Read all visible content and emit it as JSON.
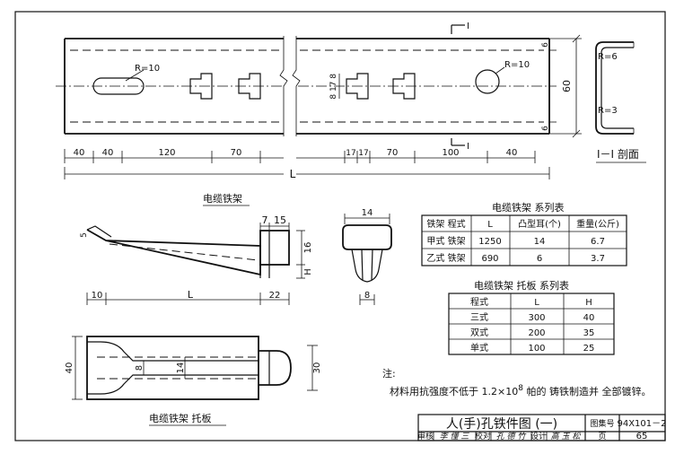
{
  "plan": {
    "radius_slot": "R=10",
    "radius_hole": "R=10",
    "section_mark": "I",
    "height_dim": "60",
    "edge_dim_top": "6",
    "edge_dim_bottom": "6",
    "small_dims": "8 17 8",
    "dims_left": [
      "40",
      "40",
      "120",
      "70"
    ],
    "dims_right": [
      "17",
      "17",
      "70",
      "100",
      "40"
    ],
    "length_label": "L"
  },
  "section": {
    "radius_top": "R=6",
    "radius_bottom": "R=3",
    "title": "I－I 剖面"
  },
  "bracket": {
    "title": "电缆铁架",
    "dim_7": "7",
    "dim_15": "15",
    "dim_5": "5",
    "dim_16": "16",
    "dim_H": "H",
    "dim_10": "10",
    "dim_L": "L",
    "dim_22": "22"
  },
  "bracket_end": {
    "dim_14": "14",
    "dim_8": "8"
  },
  "table1": {
    "title": "电缆铁架 系列表",
    "headers": [
      "铁架 程式",
      "L",
      "凸型耳(个)",
      "重量(公斤)"
    ],
    "rows": [
      [
        "甲式 铁架",
        "1250",
        "14",
        "6.7"
      ],
      [
        "乙式 铁架",
        "690",
        "6",
        "3.7"
      ]
    ]
  },
  "table2": {
    "title": "电缆铁架 托板 系列表",
    "headers": [
      "程式",
      "L",
      "H"
    ],
    "rows": [
      [
        "三式",
        "300",
        "40"
      ],
      [
        "双式",
        "200",
        "35"
      ],
      [
        "单式",
        "100",
        "25"
      ]
    ]
  },
  "tray": {
    "title": "电缆铁架 托板",
    "dim_40": "40",
    "dim_8": "8",
    "dim_14": "14",
    "dim_30": "30"
  },
  "note": {
    "label": "注:",
    "text_pre": "材料用抗强度不低于  1.2×10",
    "text_sup": "8",
    "text_post": " 帕的 铸铁制造并 全部镀锌。"
  },
  "titleblock": {
    "title": "人(手)孔铁件图 (一)",
    "atlas_label": "图集号",
    "atlas_no": "94X101－2",
    "review": "审核",
    "review_sign": "李 懂 三",
    "check": "校对",
    "check_sign": "孔 德 竹",
    "design": "设计",
    "design_sign": "高 玉 松",
    "page_label": "页",
    "page_no": "65"
  }
}
